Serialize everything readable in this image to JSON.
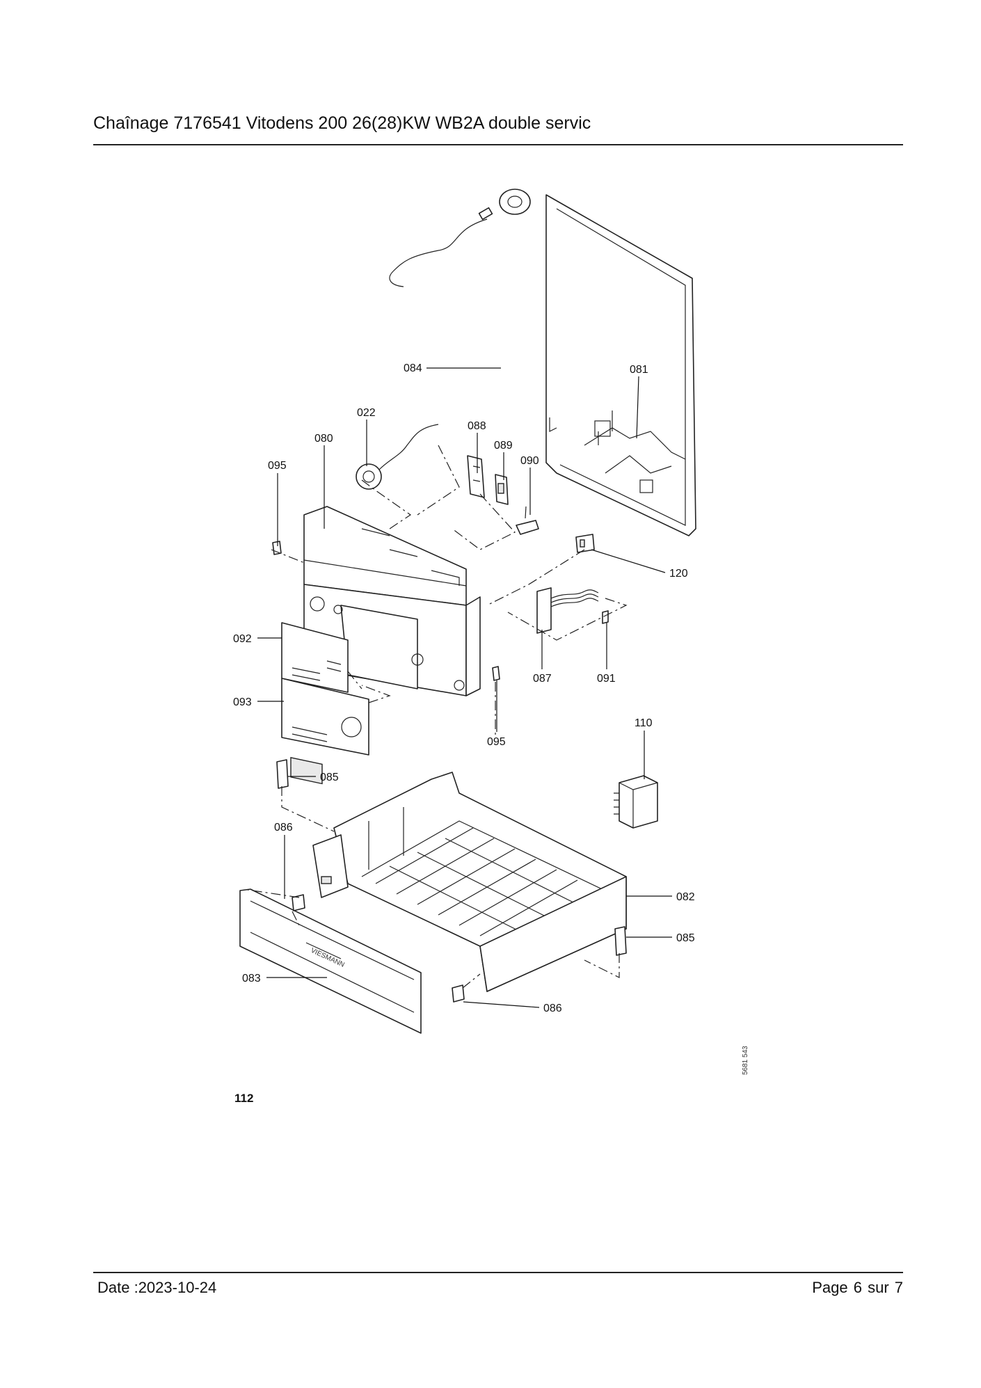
{
  "header": {
    "title": "Chaînage 7176541 Vitodens 200 26(28)KW WB2A double servic"
  },
  "figure": {
    "number": "112",
    "drawing_code": "5681 543",
    "callouts": {
      "c084": "084",
      "c081": "081",
      "c022": "022",
      "c080": "080",
      "c088": "088",
      "c089": "089",
      "c090": "090",
      "c095a": "095",
      "c120": "120",
      "c092": "092",
      "c087": "087",
      "c091": "091",
      "c093": "093",
      "c095b": "095",
      "c110": "110",
      "c085a": "085",
      "c086a": "086",
      "c082": "082",
      "c085b": "085",
      "c083": "083",
      "c086b": "086"
    }
  },
  "footer": {
    "date": "Date :2023-10-24",
    "page": "Page 6 sur  7"
  }
}
